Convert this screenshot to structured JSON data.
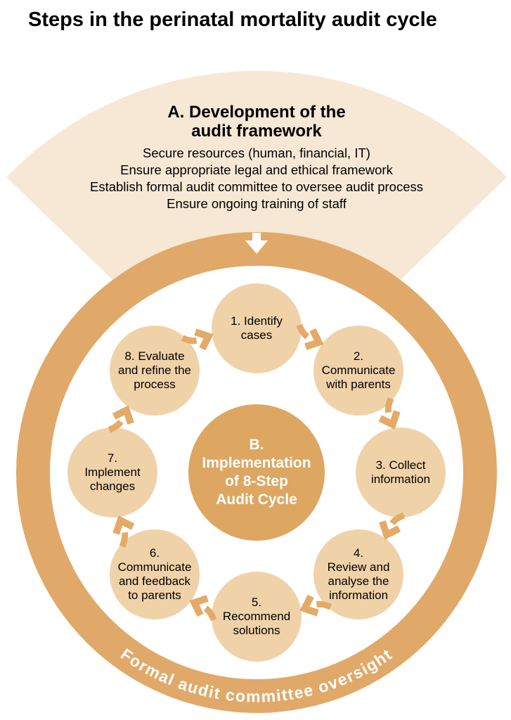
{
  "page_title": "Steps in the perinatal mortality audit cycle",
  "colors": {
    "background": "#ffffff",
    "fan": "#f7e8d5",
    "ring": "#e0a969",
    "satellite": "#f0d2a9",
    "center_circle": "#dda661",
    "arrow": "#e3aa68",
    "white": "#ffffff",
    "text": "#000000"
  },
  "section_a": {
    "heading": "A. Development of the\naudit framework",
    "items": [
      "Secure resources (human, financial, IT)",
      "Ensure appropriate legal and ethical framework",
      "Establish formal audit committee to oversee audit process",
      "Ensure ongoing training of staff"
    ]
  },
  "cycle": {
    "center_label": "B.\nImplementation\nof 8-Step\nAudit Cycle",
    "ring_caption": "Formal audit committee oversight",
    "steps": [
      {
        "label": "1. Identify\ncases"
      },
      {
        "label": "2.\nCommunicate\nwith parents"
      },
      {
        "label": "3. Collect\ninformation"
      },
      {
        "label": "4.\nReview and\nanalyse the\ninformation"
      },
      {
        "label": "5.\nRecommend\nsolutions"
      },
      {
        "label": "6.\nCommunicate\nand feedback\nto parents"
      },
      {
        "label": "7.\nImplement\nchanges"
      },
      {
        "label": "8. Evaluate\nand refine the\nprocess"
      }
    ]
  }
}
